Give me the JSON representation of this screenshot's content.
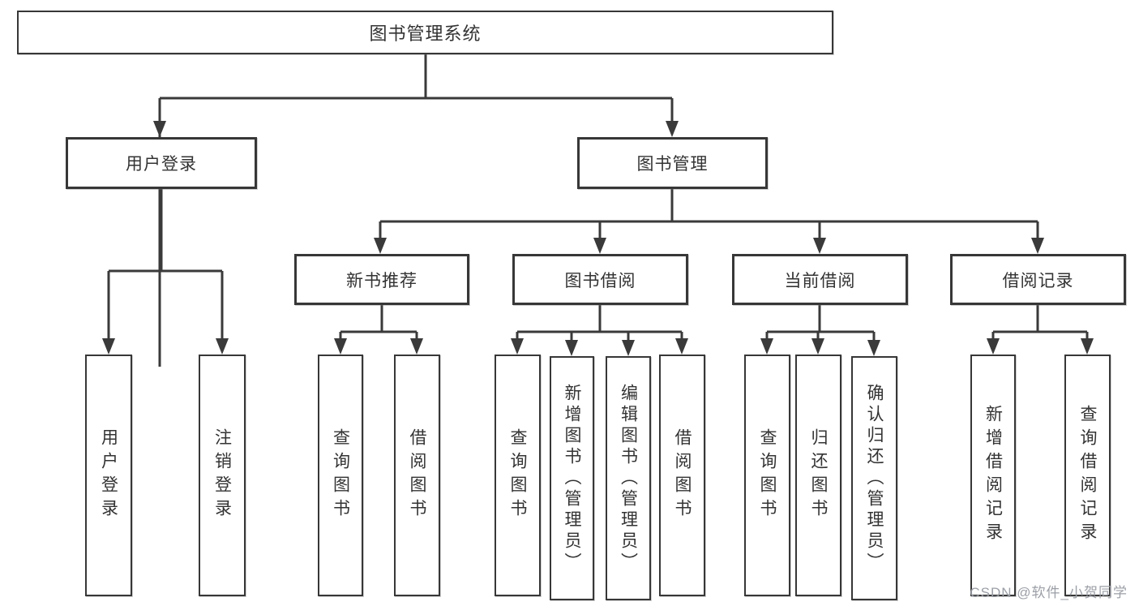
{
  "diagram": {
    "title": "图书管理系统",
    "watermark": "CSDN @软件_小贺同学",
    "colors": {
      "line": "#3a3a3a",
      "border": "#373737",
      "text": "#333333",
      "background": "#ffffff",
      "watermark_text": "#9b9fa6"
    },
    "nodes": {
      "root": {
        "label": "图书管理系统"
      },
      "user_login": {
        "label": "用户登录"
      },
      "book_mgmt": {
        "label": "图书管理"
      },
      "new_book_rec": {
        "label": "新书推荐"
      },
      "book_borrow": {
        "label": "图书借阅"
      },
      "current_borrow": {
        "label": "当前借阅"
      },
      "borrow_records": {
        "label": "借阅记录"
      },
      "leaf_user_login": {
        "label": "用户登录"
      },
      "leaf_logout": {
        "label": "注销登录"
      },
      "leaf_rec_query": {
        "label": "查询图书"
      },
      "leaf_rec_borrow": {
        "label": "借阅图书"
      },
      "leaf_bb_query": {
        "label": "查询图书"
      },
      "leaf_bb_add": {
        "label": "新增图书（管理员）"
      },
      "leaf_bb_edit": {
        "label": "编辑图书（管理员）"
      },
      "leaf_bb_borrow": {
        "label": "借阅图书"
      },
      "leaf_cb_query": {
        "label": "查询图书"
      },
      "leaf_cb_return": {
        "label": "归还图书"
      },
      "leaf_cb_confirm": {
        "label": "确认归还（管理员）"
      },
      "leaf_br_add": {
        "label": "新增借阅记录"
      },
      "leaf_br_query": {
        "label": "查询借阅记录"
      }
    },
    "tree": {
      "label": "图书管理系统",
      "children": [
        {
          "label": "用户登录",
          "children": [
            {
              "label": "用户登录"
            },
            {
              "label": "注销登录"
            }
          ]
        },
        {
          "label": "图书管理",
          "children": [
            {
              "label": "新书推荐",
              "children": [
                {
                  "label": "查询图书"
                },
                {
                  "label": "借阅图书"
                }
              ]
            },
            {
              "label": "图书借阅",
              "children": [
                {
                  "label": "查询图书"
                },
                {
                  "label": "新增图书（管理员）"
                },
                {
                  "label": "编辑图书（管理员）"
                },
                {
                  "label": "借阅图书"
                }
              ]
            },
            {
              "label": "当前借阅",
              "children": [
                {
                  "label": "查询图书"
                },
                {
                  "label": "归还图书"
                },
                {
                  "label": "确认归还（管理员）"
                }
              ]
            },
            {
              "label": "借阅记录",
              "children": [
                {
                  "label": "新增借阅记录"
                },
                {
                  "label": "查询借阅记录"
                }
              ]
            }
          ]
        }
      ]
    }
  }
}
